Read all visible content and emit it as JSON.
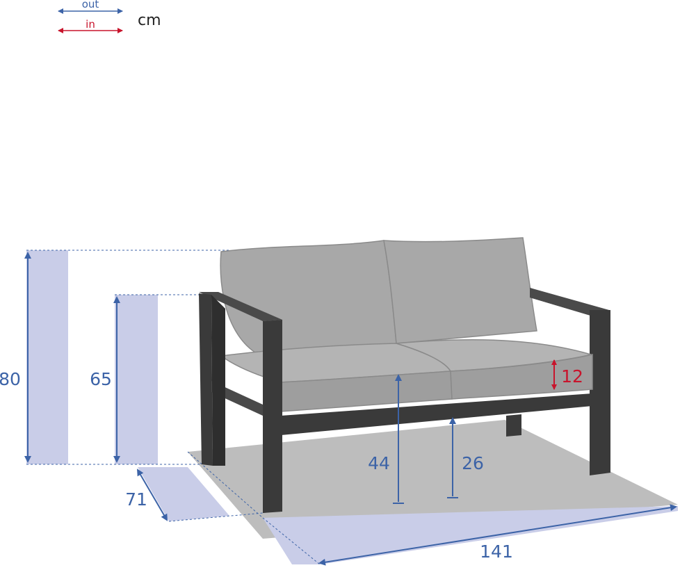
{
  "legend": {
    "out_label": "out",
    "in_label": "in",
    "unit": "cm"
  },
  "dimensions": {
    "total_height": "80",
    "backrest_height": "65",
    "depth": "71",
    "width": "141",
    "cushion_thickness": "12",
    "seat_height": "44",
    "clearance": "26"
  },
  "colors": {
    "outside_measure": "#3c63a7",
    "inside_measure": "#c8142c",
    "band_fill": "#c9cde8",
    "frame": "#3a3a3a",
    "cushion": "#a8a8a8",
    "floor_shadow": "#bdbdbd"
  }
}
